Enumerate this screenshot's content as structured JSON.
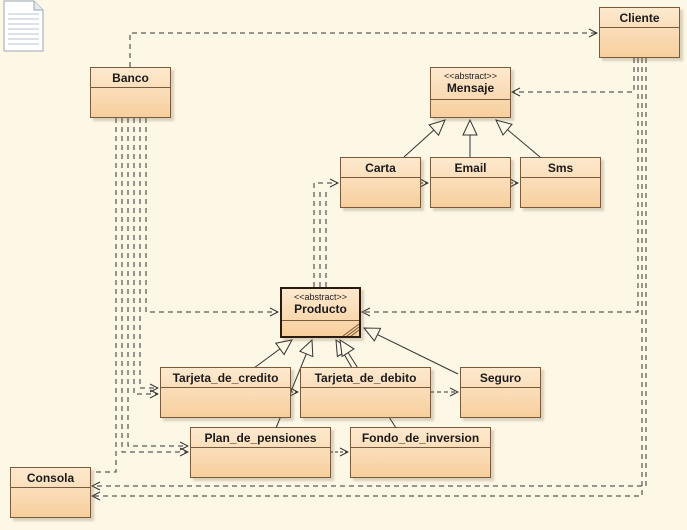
{
  "diagram": {
    "classes": [
      {
        "id": "cliente",
        "name": "Cliente",
        "stereotype": ""
      },
      {
        "id": "banco",
        "name": "Banco",
        "stereotype": ""
      },
      {
        "id": "mensaje",
        "name": "Mensaje",
        "stereotype": "<<abstract>>"
      },
      {
        "id": "carta",
        "name": "Carta",
        "stereotype": ""
      },
      {
        "id": "email",
        "name": "Email",
        "stereotype": ""
      },
      {
        "id": "sms",
        "name": "Sms",
        "stereotype": ""
      },
      {
        "id": "producto",
        "name": "Producto",
        "stereotype": "<<abstract>>"
      },
      {
        "id": "tarjeta_credito",
        "name": "Tarjeta_de_credito",
        "stereotype": ""
      },
      {
        "id": "tarjeta_debito",
        "name": "Tarjeta_de_debito",
        "stereotype": ""
      },
      {
        "id": "seguro",
        "name": "Seguro",
        "stereotype": ""
      },
      {
        "id": "plan_pensiones",
        "name": "Plan_de_pensiones",
        "stereotype": ""
      },
      {
        "id": "fondo_inversion",
        "name": "Fondo_de_inversion",
        "stereotype": ""
      },
      {
        "id": "consola",
        "name": "Consola",
        "stereotype": ""
      }
    ]
  },
  "icons": {
    "document": "document-page-icon"
  },
  "colors": {
    "fill_top": "#fde9cf",
    "fill_bottom": "#f7cf9d",
    "border": "#7a5a3a",
    "line": "#333333"
  }
}
